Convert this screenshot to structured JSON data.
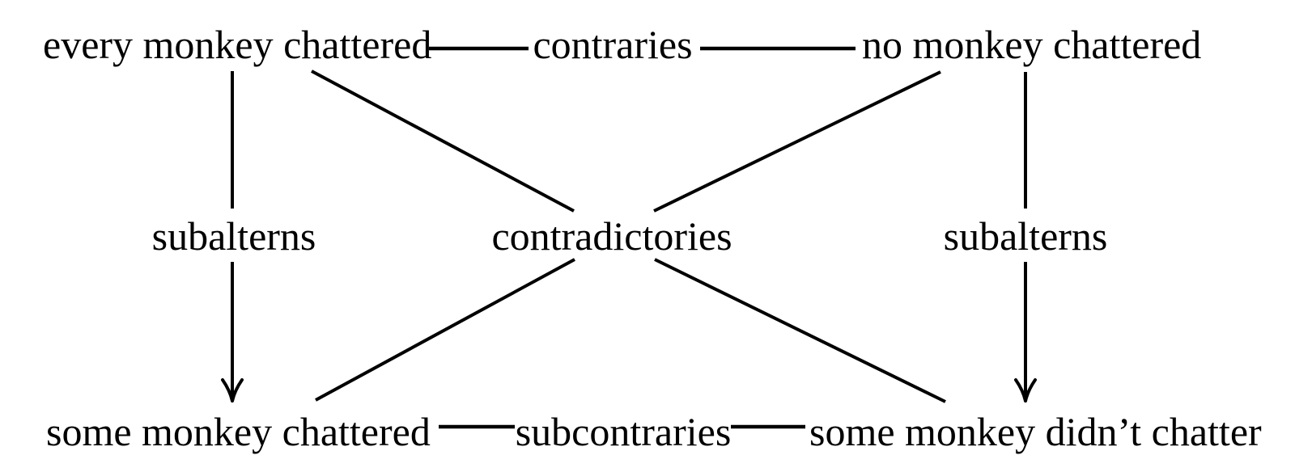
{
  "colors": {
    "ink": "#000000",
    "background": "#ffffff"
  },
  "propositions": {
    "universal_affirmative": "every monkey chattered",
    "universal_negative": "no monkey chattered",
    "particular_affirmative": "some monkey chattered",
    "particular_negative": "some monkey didn’t chatter"
  },
  "relations": {
    "contraries": "contraries",
    "contradictories": "contradictories",
    "subcontraries": "subcontraries",
    "subalterns_left": "subalterns",
    "subalterns_right": "subalterns"
  }
}
